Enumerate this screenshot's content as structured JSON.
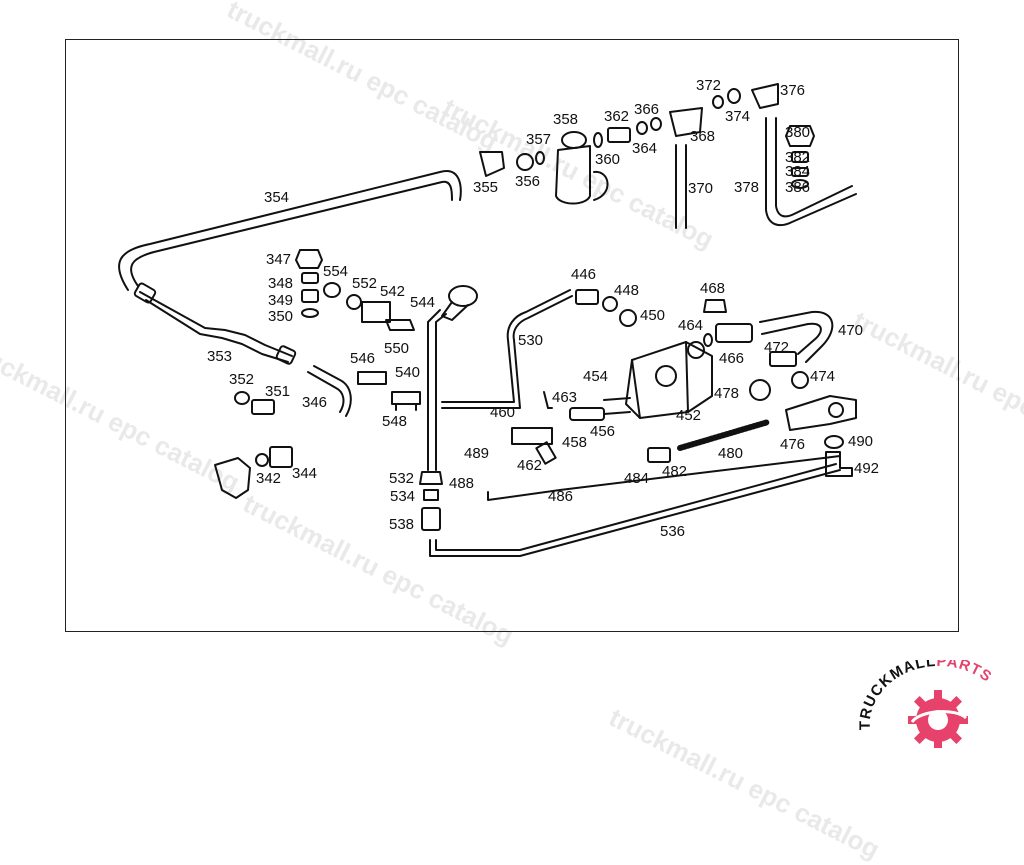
{
  "watermarks": [
    "truckmall.ru epc catalog",
    "truckmall.ru epc catalog",
    "truckmall.ru epc catalog",
    "truckmall.ru epc catalog",
    "truckmall.ru epc catalog",
    "truckmall.ru epc catalog"
  ],
  "part_labels": [
    "372",
    "376",
    "358",
    "362",
    "366",
    "374",
    "380",
    "357",
    "360",
    "368",
    "364",
    "382",
    "384",
    "386",
    "355",
    "356",
    "370",
    "378",
    "354",
    "347",
    "554",
    "348",
    "552",
    "542",
    "349",
    "544",
    "350",
    "550",
    "446",
    "448",
    "468",
    "450",
    "464",
    "470",
    "466",
    "472",
    "530",
    "353",
    "454",
    "474",
    "546",
    "540",
    "352",
    "351",
    "346",
    "548",
    "463",
    "460",
    "478",
    "452",
    "456",
    "458",
    "476",
    "490",
    "489",
    "462",
    "480",
    "492",
    "482",
    "484",
    "488",
    "342",
    "344",
    "532",
    "534",
    "486",
    "538",
    "536"
  ],
  "logo": {
    "text_main": "TRUCKMALL",
    "text_accent": "PARTS",
    "accent_color": "#e6426b"
  }
}
